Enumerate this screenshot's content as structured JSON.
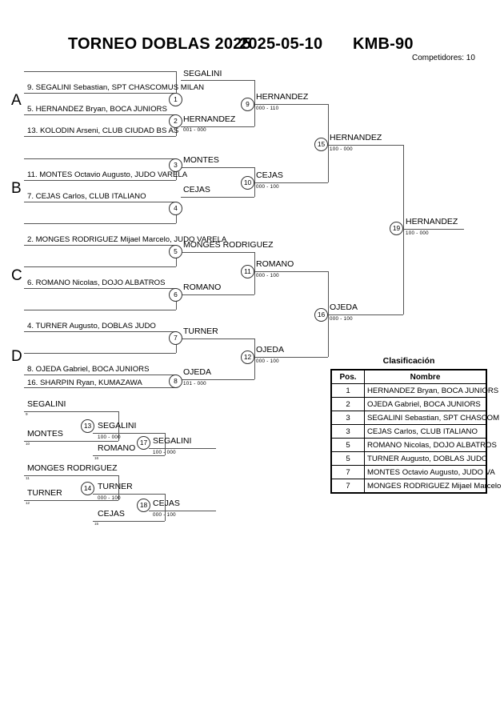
{
  "header": {
    "tournament": "TORNEO DOBLAS 2025",
    "date": "2025-05-10",
    "category": "KMB-90",
    "competitors_label": "Competidores: 10"
  },
  "sections": [
    {
      "letter": "A"
    },
    {
      "letter": "B"
    },
    {
      "letter": "C"
    },
    {
      "letter": "D"
    }
  ],
  "entries": [
    {
      "id": "e1",
      "label": "9. SEGALINI Sebastian, SPT CHASCOMUS MILAN"
    },
    {
      "id": "e2",
      "label": "5. HERNANDEZ Bryan, BOCA JUNIORS"
    },
    {
      "id": "e3",
      "label": "13. KOLODIN Arseni, CLUB CIUDAD BS AS"
    },
    {
      "id": "e4",
      "label": "11. MONTES Octavio Augusto, JUDO VARELA"
    },
    {
      "id": "e5",
      "label": "7. CEJAS Carlos, CLUB ITALIANO"
    },
    {
      "id": "e6",
      "label": "2. MONGES RODRIGUEZ Mijael Marcelo, JUDO VARELA"
    },
    {
      "id": "e7",
      "label": "6. ROMANO Nicolas, DOJO ALBATROS"
    },
    {
      "id": "e8",
      "label": "4. TURNER Augusto, DOBLAS JUDO"
    },
    {
      "id": "e9",
      "label": "8. OJEDA Gabriel, BOCA JUNIORS"
    },
    {
      "id": "e10",
      "label": "16. SHARPIN Ryan, KUMAZAWA"
    }
  ],
  "matches": {
    "m1": {
      "number": "1",
      "winner": "SEGALINI",
      "score": ""
    },
    "m2": {
      "number": "2",
      "winner": "HERNANDEZ",
      "score": "001 - 000"
    },
    "m3": {
      "number": "3",
      "winner": "MONTES",
      "score": ""
    },
    "m4": {
      "number": "4",
      "winner": "CEJAS",
      "score": ""
    },
    "m5": {
      "number": "5",
      "winner": "MONGES RODRIGUEZ",
      "score": ""
    },
    "m6": {
      "number": "6",
      "winner": "ROMANO",
      "score": ""
    },
    "m7": {
      "number": "7",
      "winner": "TURNER",
      "score": ""
    },
    "m8": {
      "number": "8",
      "winner": "OJEDA",
      "score": "101 - 000"
    },
    "m9": {
      "number": "9",
      "winner": "HERNANDEZ",
      "score": "000 - 110"
    },
    "m10": {
      "number": "10",
      "winner": "CEJAS",
      "score": "000 - 100"
    },
    "m11": {
      "number": "11",
      "winner": "ROMANO",
      "score": "000 - 100"
    },
    "m12": {
      "number": "12",
      "winner": "OJEDA",
      "score": "000 - 100"
    },
    "m13": {
      "number": "13",
      "winner": "SEGALINI",
      "score": "100 - 000"
    },
    "m14": {
      "number": "14",
      "winner": "TURNER",
      "score": "000 - 100"
    },
    "m15": {
      "number": "15",
      "winner": "HERNANDEZ",
      "score": "100 - 000"
    },
    "m16": {
      "number": "16",
      "winner": "OJEDA",
      "score": "000 - 100"
    },
    "m17": {
      "number": "17",
      "winner": "SEGALINI",
      "score": "100 - 000"
    },
    "m18": {
      "number": "18",
      "winner": "CEJAS",
      "score": "000 - 100"
    },
    "m19": {
      "number": "19",
      "winner": "HERNANDEZ",
      "score": "100 - 000"
    }
  },
  "repechage": {
    "r1": {
      "name": "SEGALINI",
      "idx": "9"
    },
    "r2": {
      "name": "MONTES",
      "idx": "10"
    },
    "r3": {
      "name": "ROMANO",
      "idx": "16"
    },
    "r4": {
      "name": "MONGES RODRIGUEZ",
      "idx": "11"
    },
    "r5": {
      "name": "TURNER",
      "idx": "12"
    },
    "r6": {
      "name": "CEJAS",
      "idx": "15"
    }
  },
  "clasificacion": {
    "title": "Clasificación",
    "columns": [
      "Pos.",
      "Nombre"
    ],
    "rows": [
      {
        "pos": "1",
        "nombre": "HERNANDEZ Bryan, BOCA JUNIORS"
      },
      {
        "pos": "2",
        "nombre": "OJEDA Gabriel, BOCA JUNIORS"
      },
      {
        "pos": "3",
        "nombre": "SEGALINI Sebastian, SPT CHASCOM"
      },
      {
        "pos": "3",
        "nombre": "CEJAS Carlos, CLUB ITALIANO"
      },
      {
        "pos": "5",
        "nombre": "ROMANO Nicolas, DOJO ALBATROS"
      },
      {
        "pos": "5",
        "nombre": "TURNER Augusto, DOBLAS JUDO"
      },
      {
        "pos": "7",
        "nombre": "MONTES Octavio Augusto, JUDO VA"
      },
      {
        "pos": "7",
        "nombre": "MONGES RODRIGUEZ Mijael Marcelo"
      }
    ]
  }
}
